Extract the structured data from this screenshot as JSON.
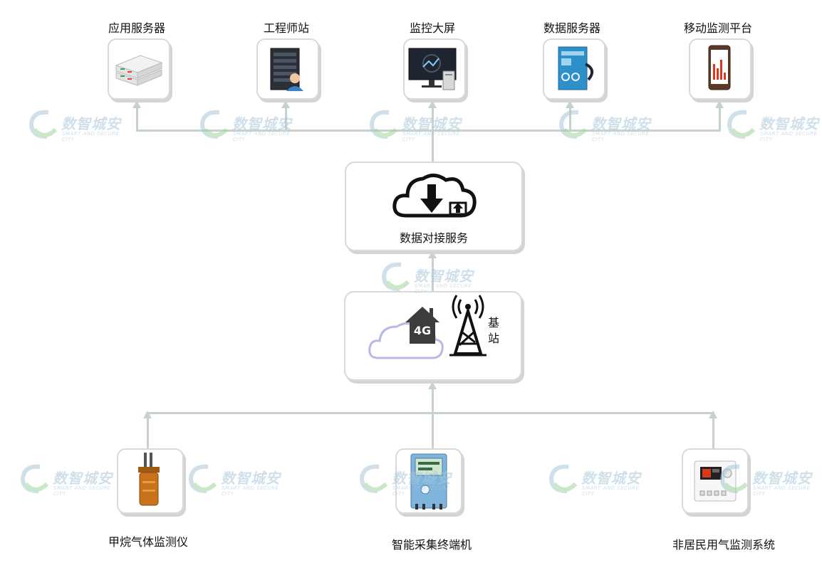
{
  "top_nodes": [
    {
      "label": "应用服务器",
      "icon": "server-rack-icon"
    },
    {
      "label": "工程师站",
      "icon": "engineer-workstation-icon"
    },
    {
      "label": "监控大屏",
      "icon": "monitor-screen-icon"
    },
    {
      "label": "数据服务器",
      "icon": "data-server-icon"
    },
    {
      "label": "移动监测平台",
      "icon": "mobile-phone-icon"
    }
  ],
  "cloud_service": {
    "label": "数据对接服务",
    "icon": "cloud-upload-download-icon"
  },
  "network": {
    "badge": "4G",
    "station_label": "基站",
    "icon": "cell-tower-icon"
  },
  "bottom_nodes": [
    {
      "label": "甲烷气体监测仪",
      "icon": "methane-detector-icon"
    },
    {
      "label": "智能采集终端机",
      "icon": "collection-terminal-icon"
    },
    {
      "label": "非居民用气监测系统",
      "icon": "gas-monitor-panel-icon"
    }
  ],
  "watermark": {
    "title": "数智城安",
    "subtitle": "SMART AND SECURE CITY"
  },
  "colors": {
    "connector": "#c8d2cd",
    "card_border": "#d9d9d9",
    "watermark": "#a8c7d9",
    "methane_orange": "#c9721a",
    "phone_screen": "#d9381e"
  }
}
